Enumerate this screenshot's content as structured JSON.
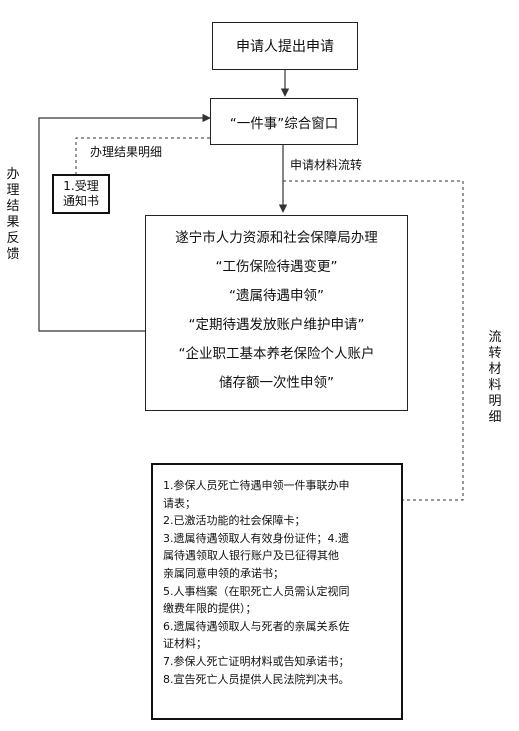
{
  "nodes": {
    "applicant": "申请人提出申请",
    "window": "“一件事”综合窗口",
    "notice": [
      "1.受理",
      "通知书"
    ],
    "bureau": [
      "遂宁市人力资源和社会保障局办理",
      "“工伤保险待遇变更”",
      "“遗属待遇申领”",
      "“定期待遇发放账户维护申请”",
      "“企业职工基本养老保险个人账户",
      "储存额一次性申领”"
    ],
    "materials": [
      "1.参保人员死亡待遇申领一件事联办申",
      "请表；",
      "2.已激活功能的社会保障卡；",
      "3.遗属待遇领取人有效身份证件；4.遗",
      "属待遇领取人银行账户及已征得其他",
      "亲属同意申领的承诺书；",
      "5.人事档案（在职死亡人员需认定视同",
      "缴费年限的提供）；",
      "6.遗属待遇领取人与死者的亲属关系佐",
      "证材料；",
      "7.参保人死亡证明材料或告知承诺书；",
      "8.宣告死亡人员提供人民法院判决书。"
    ]
  },
  "labels": {
    "result_detail": "办理结果明细",
    "material_flow": "申请材料流转",
    "result_feedback": "办理结果反馈",
    "flow_detail": "流转材料明细"
  }
}
